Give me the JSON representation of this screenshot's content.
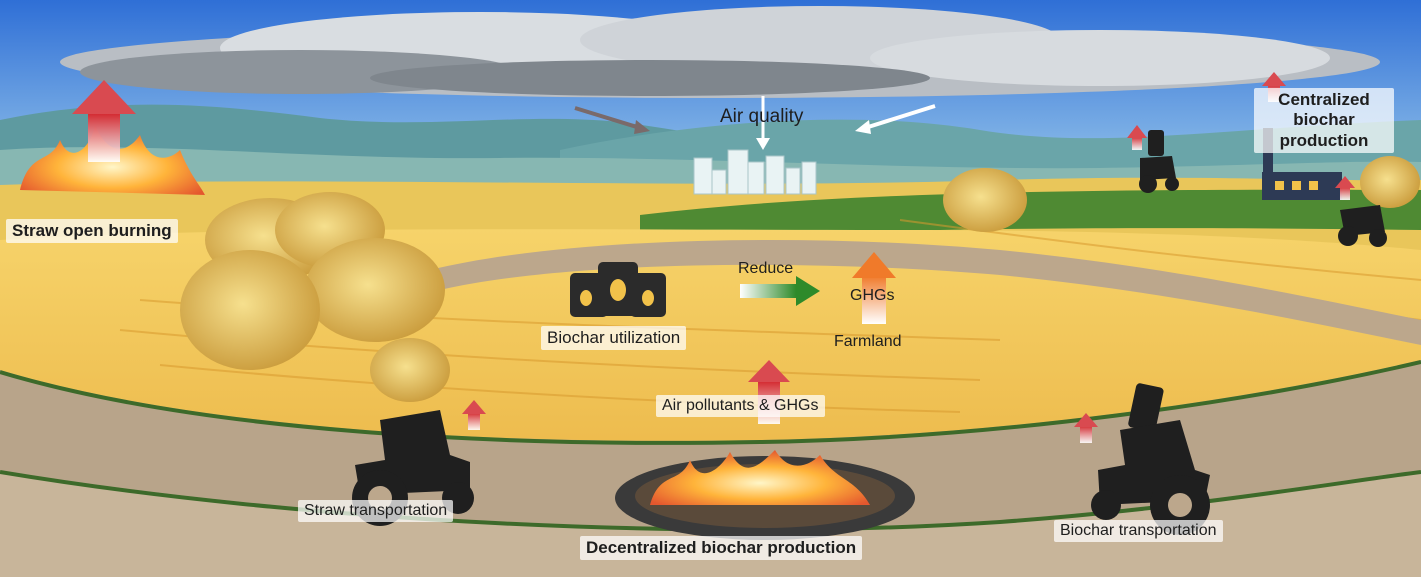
{
  "labels": {
    "air_quality": "Air quality",
    "straw_open_burning": "Straw open burning",
    "centralized_biochar_production": "Centralized biochar production",
    "reduce": "Reduce",
    "ghgs": "GHGs",
    "farmland": "Farmland",
    "biochar_utilization": "Biochar utilization",
    "air_pollutants_ghgs": "Air pollutants & GHGs",
    "straw_transportation": "Straw transportation",
    "decentralized_biochar_production": "Decentralized biochar production",
    "biochar_transportation": "Biochar transportation"
  },
  "colors": {
    "sky_top": "#2f6fd6",
    "sky_bottom": "#e8f2f6",
    "field": "#f2c24a",
    "road": "#b8a48a",
    "emission_arrow": "#d2232a",
    "reduce_arrow": "#3a8a2a",
    "machinery": "#1f1f1f"
  },
  "icons": [
    "fire-icon",
    "tractor-icon",
    "hay-bale-icon",
    "biochar-bag-icon",
    "factory-icon",
    "city-icon",
    "cloud-icon"
  ]
}
